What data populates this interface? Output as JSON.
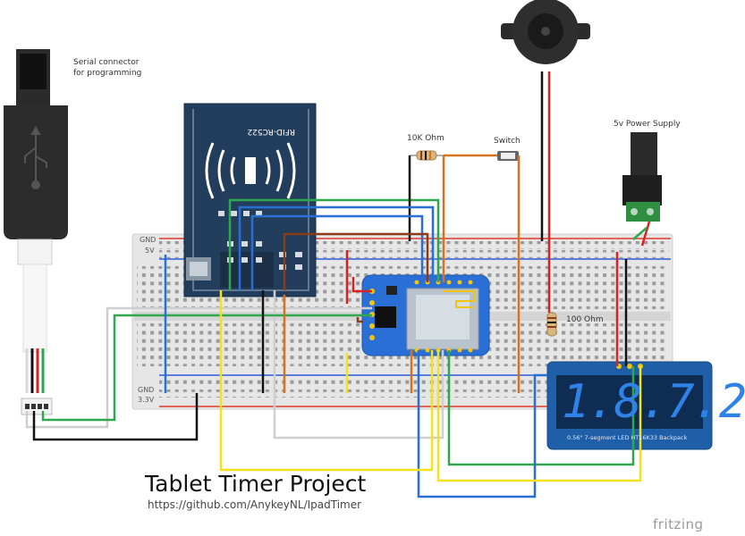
{
  "labels": {
    "serial_connector": "Serial connector\nfor programming",
    "rfid_module": "RFID-RC522",
    "resistor_10k": "10K Ohm",
    "switch": "Switch",
    "power_supply": "5v Power Supply",
    "resistor_100": "100 Ohm",
    "rail_gnd_top": "GND",
    "rail_5v": "5V",
    "rail_gnd_bottom": "GND",
    "rail_3v3": "3.3V",
    "display_caption": "0.56\" 7-segment LED HT16K33 Backpack",
    "display_digits": "1.8.7.2",
    "project_title": "Tablet Timer Project",
    "project_url": "https://github.com/AnykeyNL/IpadTimer",
    "fritzing": "fritzing"
  },
  "colors": {
    "breadboard": "#e9e9e9",
    "rail_red": "#e23a2a",
    "rail_blue": "#2a5bd8",
    "rfid_board": "#223e5c",
    "mcu_board": "#2a6fd6",
    "display_board": "#1f5fa8",
    "display_segment": "#2e82e8",
    "wire_green": "#2ea84c",
    "wire_yellow": "#f4e21c",
    "wire_blue": "#2a6fd6",
    "wire_red": "#d42424",
    "wire_black": "#111111",
    "wire_brown": "#8b3a1a",
    "wire_orange": "#d7731e",
    "wire_white": "#d9d9d9"
  },
  "icons": [
    "usb-icon",
    "buzzer-icon",
    "dc-jack-icon",
    "rfid-waves-icon",
    "wifi-antenna-icon"
  ]
}
